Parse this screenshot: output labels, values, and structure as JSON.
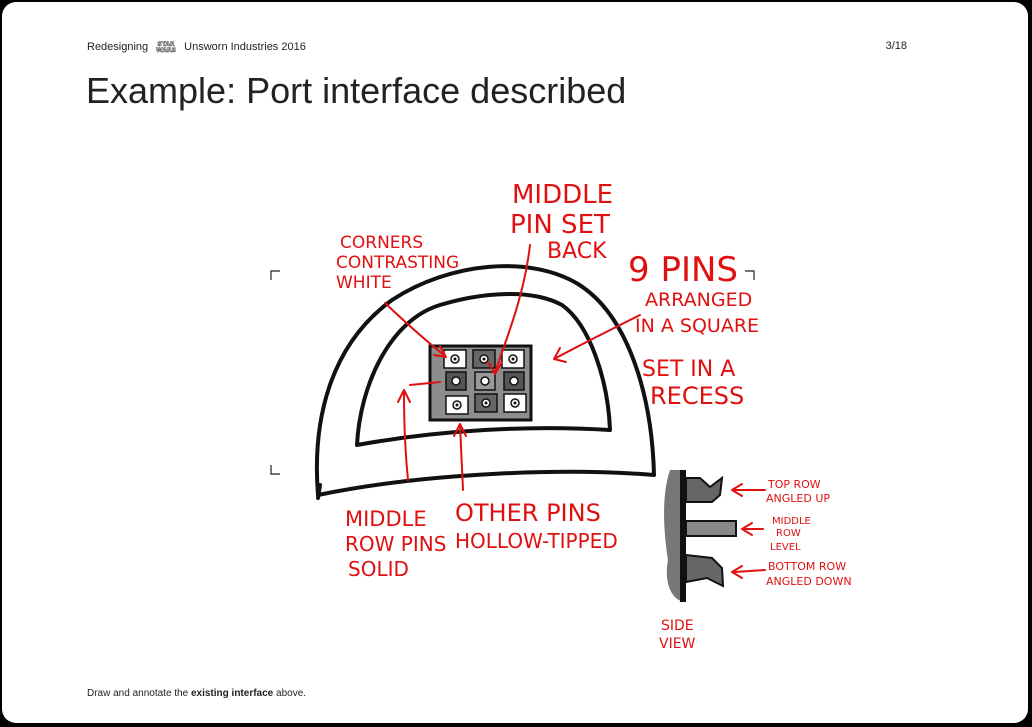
{
  "header": {
    "left_text_before": "Redesigning",
    "left_text_after": "Unsworn Industries 2016",
    "page_number": "3/18"
  },
  "title": "Example: Port interface described",
  "caption": {
    "prefix": "Draw and annotate the ",
    "bold": "existing interface",
    "suffix": " above."
  },
  "annotations": {
    "middle_pin_set_back": [
      "MIDDLE",
      "PIN SET",
      "BACK"
    ],
    "corners_contrasting": [
      "CORNERS",
      "CONTRASTING",
      "WHITE"
    ],
    "nine_pins": [
      "9 PINS"
    ],
    "arranged": [
      "ARRANGED",
      "IN A SQUARE"
    ],
    "set_in_recess": [
      "SET IN A",
      "RECESS"
    ],
    "middle_row_pins": [
      "MIDDLE",
      "ROW PINS",
      "SOLID"
    ],
    "other_pins": [
      "OTHER PINS",
      "HOLLOW-TIPPED"
    ],
    "top_row": [
      "TOP ROW",
      "ANGLED UP"
    ],
    "middle_row_level": [
      "MIDDLE",
      "ROW",
      "LEVEL"
    ],
    "bottom_row": [
      "BOTTOM ROW",
      "ANGLED DOWN"
    ],
    "side_view": [
      "SIDE",
      "VIEW"
    ]
  },
  "colors": {
    "annotation": "#e01010",
    "ink": "#111111",
    "pin_grey": "#8a8a8a"
  },
  "icon_names": [
    "star-wars-logo"
  ]
}
